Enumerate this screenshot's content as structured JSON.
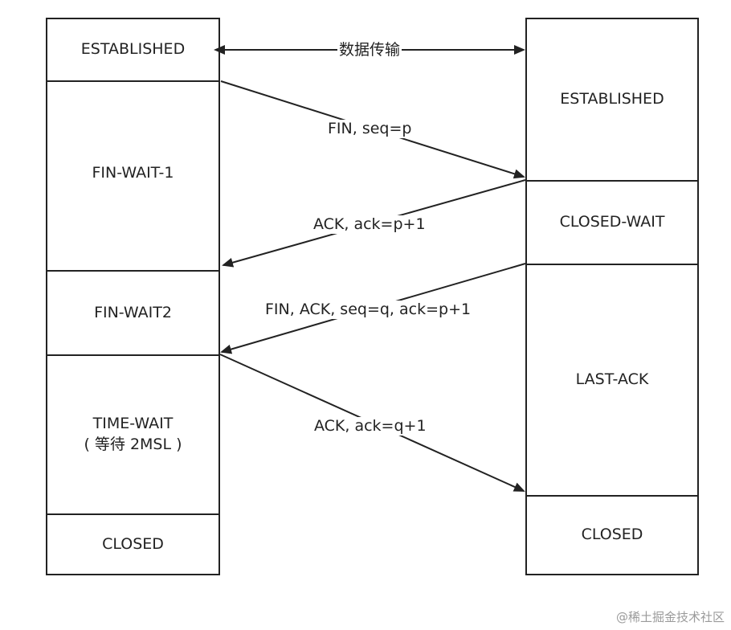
{
  "left_states": [
    {
      "label": "ESTABLISHED"
    },
    {
      "label": "FIN-WAIT-1"
    },
    {
      "label": "FIN-WAIT2"
    },
    {
      "label": "TIME-WAIT",
      "sub": "( 等待 2MSL )"
    },
    {
      "label": "CLOSED"
    }
  ],
  "right_states": [
    {
      "label": "ESTABLISHED"
    },
    {
      "label": "CLOSED-WAIT"
    },
    {
      "label": "LAST-ACK"
    },
    {
      "label": "CLOSED"
    }
  ],
  "messages": {
    "data_transfer": "数据传输",
    "fin": "FIN, seq=p",
    "ack1": "ACK, ack=p+1",
    "fin_ack": "FIN, ACK, seq=q, ack=p+1",
    "ack2": "ACK, ack=q+1"
  },
  "watermark": "@稀土掘金技术社区"
}
